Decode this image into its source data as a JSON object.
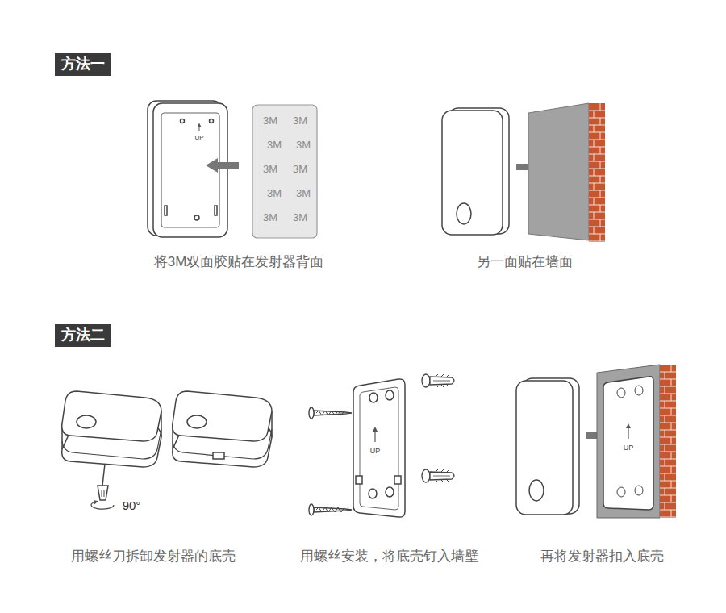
{
  "diagram": {
    "nodes": [
      {
        "text": [
          "方法一"
        ]
      },
      {
        "text": [
          "方法二"
        ]
      }
    ],
    "labels": [
      "UP",
      "3M",
      "3M",
      "3M",
      "3M",
      "3M",
      "3M",
      "3M",
      "3M",
      "3M",
      "3M",
      "将3M双面胶贴在发射器背面",
      "另一面贴在墙面",
      "90°",
      "UP",
      "UP",
      "用螺丝刀拆卸发射器的底壳",
      "用螺丝安装，将底壳钉入墙壁",
      "再将发射器扣入底壳"
    ]
  }
}
